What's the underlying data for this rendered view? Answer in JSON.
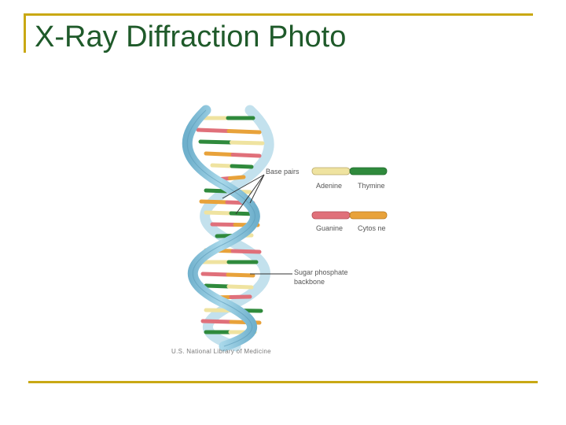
{
  "slide": {
    "title": "X-Ray Diffraction Photo"
  },
  "figure": {
    "labels": {
      "base_pairs": "Base pairs",
      "sugar_phosphate_line1": "Sugar phosphate",
      "sugar_phosphate_line2": "backbone",
      "adenine": "Adenine",
      "thymine": "Thymine",
      "guanine": "Guanine",
      "cytosine": "Cytos ne"
    },
    "credit": "U.S. National Library of Medicine"
  },
  "colors": {
    "accent_line": "#c9a814",
    "title_text": "#1f5a2a",
    "backbone": "#8ec6dc",
    "adenine": "#efe3a0",
    "thymine": "#2f8a3c",
    "guanine": "#e0707a",
    "cytosine": "#e8a23a"
  }
}
